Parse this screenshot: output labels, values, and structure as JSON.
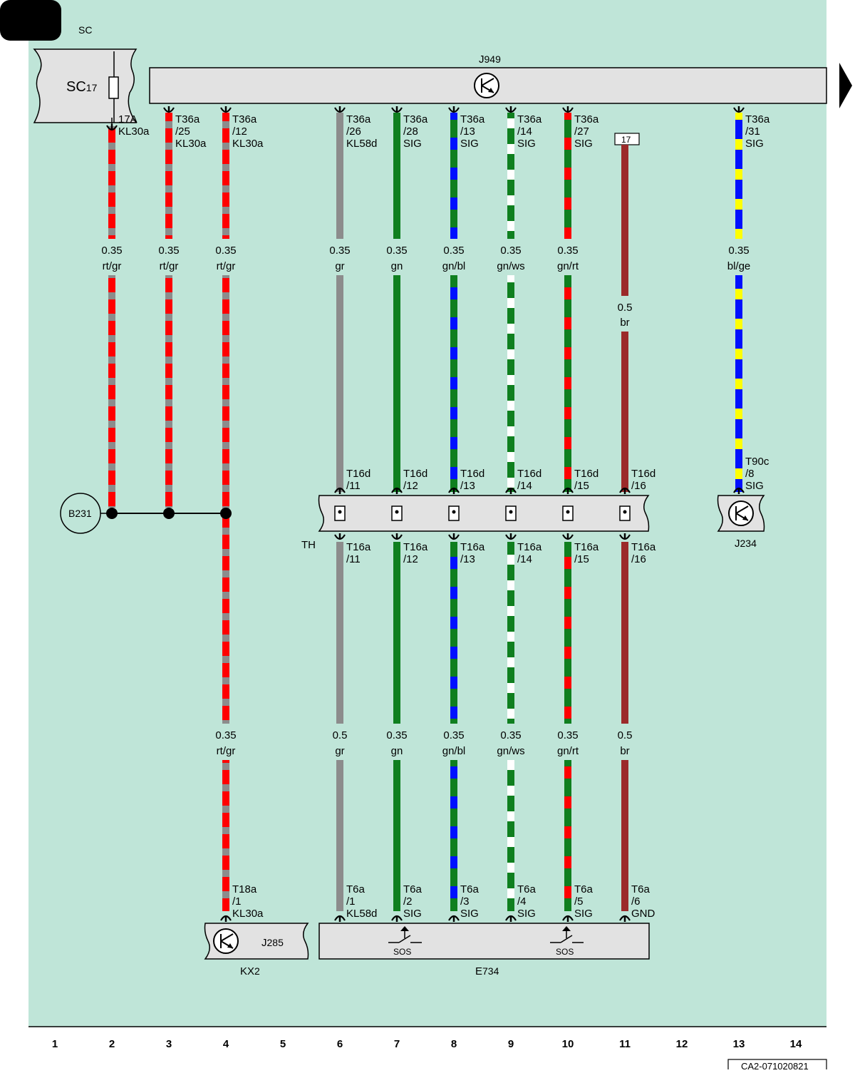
{
  "page": {
    "corner_label": "SC",
    "doc_code": "CA2-071020821",
    "columns": [
      "1",
      "2",
      "3",
      "4",
      "5",
      "6",
      "7",
      "8",
      "9",
      "10",
      "11",
      "12",
      "13",
      "14"
    ]
  },
  "colors": {
    "background": "#bfe5d8",
    "box_fill": "#e2e2e2",
    "rt": "#ff0000",
    "gr": "#8c8c8c",
    "gn": "#0f7f1f",
    "bl": "#0010ff",
    "ws": "#ffffff",
    "ge": "#ffff00",
    "br": "#9b2a2a"
  },
  "components": {
    "fuse_box": {
      "main": "SC",
      "sub": "17"
    },
    "j949": {
      "main": "J",
      "sub": "949"
    },
    "b231": "B231",
    "th": "TH",
    "j234": {
      "main": "J",
      "sub": "234"
    },
    "j285": {
      "main": "J",
      "sub": "285"
    },
    "kx2": {
      "main": "KX",
      "sub": "2"
    },
    "e734": {
      "main": "E",
      "sub": "734"
    },
    "sos": "SOS",
    "splice_17": "17"
  },
  "wires": [
    {
      "id": "w2",
      "top": [
        "17A",
        "KL30a"
      ],
      "size": "0.35",
      "color": "rt/gr"
    },
    {
      "id": "w3",
      "top": [
        "T36a",
        "/25",
        "KL30a"
      ],
      "size": "0.35",
      "color": "rt/gr"
    },
    {
      "id": "w4",
      "top": [
        "T36a",
        "/12",
        "KL30a"
      ],
      "size": "0.35",
      "color": "rt/gr",
      "low_size": "0.35",
      "low_color": "rt/gr",
      "bottom": [
        "T18a",
        "/1",
        "KL30a"
      ]
    },
    {
      "id": "w6",
      "top": [
        "T36a",
        "/26",
        "KL58d"
      ],
      "size": "0.35",
      "color": "gr",
      "mid_top": [
        "T16d",
        "/11"
      ],
      "mid_bot": [
        "T16a",
        "/11"
      ],
      "low_size": "0.5",
      "low_color": "gr",
      "bottom": [
        "T6a",
        "/1",
        "KL58d"
      ]
    },
    {
      "id": "w7",
      "top": [
        "T36a",
        "/28",
        "SIG"
      ],
      "size": "0.35",
      "color": "gn",
      "mid_top": [
        "T16d",
        "/12"
      ],
      "mid_bot": [
        "T16a",
        "/12"
      ],
      "low_size": "0.35",
      "low_color": "gn",
      "bottom": [
        "T6a",
        "/2",
        "SIG"
      ]
    },
    {
      "id": "w8",
      "top": [
        "T36a",
        "/13",
        "SIG"
      ],
      "size": "0.35",
      "color": "gn/bl",
      "mid_top": [
        "T16d",
        "/13"
      ],
      "mid_bot": [
        "T16a",
        "/13"
      ],
      "low_size": "0.35",
      "low_color": "gn/bl",
      "bottom": [
        "T6a",
        "/3",
        "SIG"
      ]
    },
    {
      "id": "w9",
      "top": [
        "T36a",
        "/14",
        "SIG"
      ],
      "size": "0.35",
      "color": "gn/ws",
      "mid_top": [
        "T16d",
        "/14"
      ],
      "mid_bot": [
        "T16a",
        "/14"
      ],
      "low_size": "0.35",
      "low_color": "gn/ws",
      "bottom": [
        "T6a",
        "/4",
        "SIG"
      ]
    },
    {
      "id": "w10",
      "top": [
        "T36a",
        "/27",
        "SIG"
      ],
      "size": "0.35",
      "color": "gn/rt",
      "mid_top": [
        "T16d",
        "/15"
      ],
      "mid_bot": [
        "T16a",
        "/15"
      ],
      "low_size": "0.35",
      "low_color": "gn/rt",
      "bottom": [
        "T6a",
        "/5",
        "SIG"
      ]
    },
    {
      "id": "w11",
      "size": "0.5",
      "color": "br",
      "mid_top": [
        "T16d",
        "/16"
      ],
      "mid_bot": [
        "T16a",
        "/16"
      ],
      "low_size": "0.5",
      "low_color": "br",
      "bottom": [
        "T6a",
        "/6",
        "GND"
      ]
    },
    {
      "id": "w13",
      "top": [
        "T36a",
        "/31",
        "SIG"
      ],
      "size": "0.35",
      "color": "bl/ge",
      "mid_top": [
        "T90c",
        "/8",
        "SIG"
      ]
    }
  ]
}
